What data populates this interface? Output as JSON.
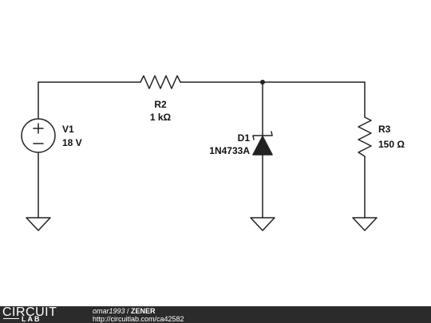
{
  "components": {
    "v1": {
      "name": "V1",
      "value": "18 V"
    },
    "r2": {
      "name": "R2",
      "value": "1 kΩ"
    },
    "d1": {
      "name": "D1",
      "value": "1N4733A"
    },
    "r3": {
      "name": "R3",
      "value": "150 Ω"
    }
  },
  "footer": {
    "logo_top": "CIRCUIT",
    "logo_bottom": "LAB",
    "author": "omar1993",
    "separator": " / ",
    "title": "ZENER",
    "url": "http://circuitlab.com/ca42582"
  }
}
